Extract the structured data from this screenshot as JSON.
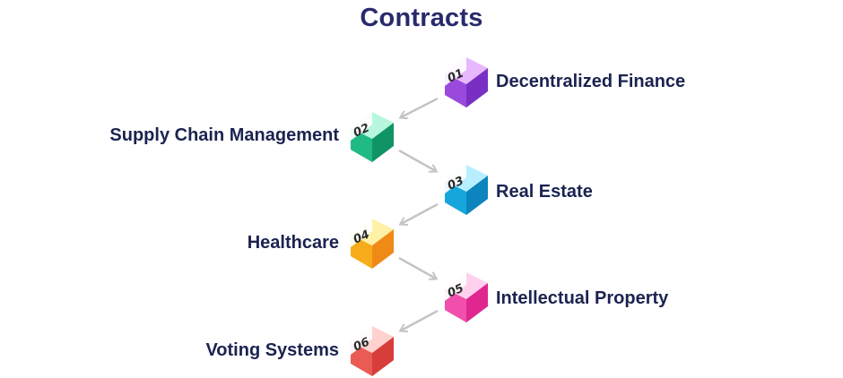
{
  "title": "Contracts",
  "items": [
    {
      "number": "01",
      "label": "Decentralized Finance",
      "side": "right",
      "colors": {
        "top": "#e8b8ff",
        "left": "#c27ef1",
        "right": "#7a2fc4",
        "front": "#9a49dd"
      }
    },
    {
      "number": "02",
      "label": "Supply Chain Management",
      "side": "left",
      "colors": {
        "top": "#b7f7de",
        "left": "#3fdca8",
        "right": "#119465",
        "front": "#1fbb82"
      }
    },
    {
      "number": "03",
      "label": "Real Estate",
      "side": "right",
      "colors": {
        "top": "#b8efff",
        "left": "#33cfef",
        "right": "#0c84bd",
        "front": "#16a6dc"
      }
    },
    {
      "number": "04",
      "label": "Healthcare",
      "side": "left",
      "colors": {
        "top": "#fff2a8",
        "left": "#ffd21e",
        "right": "#f08a16",
        "front": "#f7ad1b"
      }
    },
    {
      "number": "05",
      "label": "Intellectual Property",
      "side": "right",
      "colors": {
        "top": "#ffd1ee",
        "left": "#ff8ad0",
        "right": "#e0268f",
        "front": "#f04fab"
      }
    },
    {
      "number": "06",
      "label": "Voting Systems",
      "side": "left",
      "colors": {
        "top": "#ffd2cf",
        "left": "#f88880",
        "right": "#d73e3a",
        "front": "#eb5b55"
      }
    }
  ]
}
